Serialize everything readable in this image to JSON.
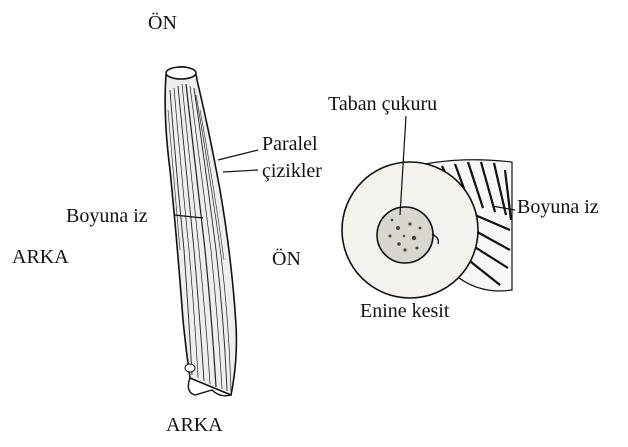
{
  "labels": {
    "on_top": "ÖN",
    "arka_left": "ARKA",
    "on_middle": "ÖN",
    "arka_bottom": "ARKA",
    "boyuna_iz_left": "Boyuna iz",
    "paralel": "Paralel",
    "cizikler": "çizikler",
    "taban_cukuru": "Taban çukuru",
    "boyuna_iz_right": "Boyuna iz",
    "enine_kesit": "Enine kesit"
  },
  "colors": {
    "ink": "#111111",
    "cross_section_fill": "#f4f2ee",
    "pit_fill": "#d9d6d0"
  }
}
